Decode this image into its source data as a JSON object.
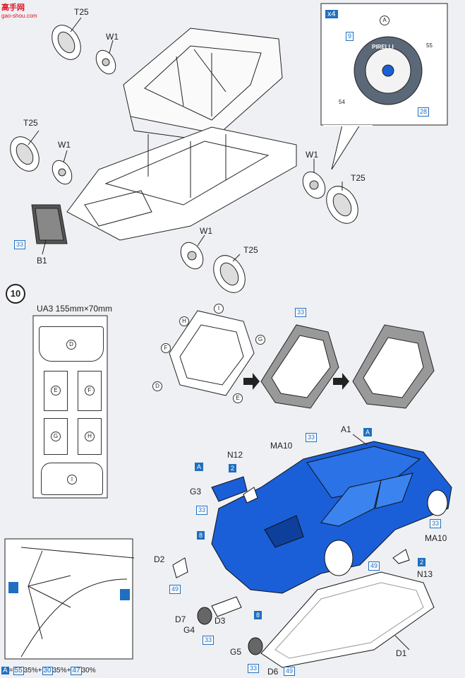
{
  "watermark": {
    "line1": "高手网",
    "line2": "gao-shou.com"
  },
  "step": {
    "number": "10"
  },
  "wheel_callout": {
    "qty": "x4",
    "brand": "PIRELLI",
    "refs": [
      "A",
      "9",
      "55",
      "54",
      "28"
    ]
  },
  "labels": {
    "t25_1": "T25",
    "w1_1": "W1",
    "t25_2": "T25",
    "w1_2": "W1",
    "w1_3": "W1",
    "t25_3": "T25",
    "w1_4": "W1",
    "t25_4": "T25",
    "b1": "B1",
    "ref33_b1": "33",
    "a1": "A1",
    "ref_a_top": "A",
    "ref33_top": "33",
    "n12": "N12",
    "ma10_left": "MA10",
    "g3": "G3",
    "ref_a_g3": "A",
    "ref2_g3": "2",
    "ref33_g3": "33",
    "ref8_left": "8",
    "d2": "D2",
    "ref49_left": "49",
    "d7": "D7",
    "g4": "G4",
    "d3": "D3",
    "ref33_g4": "33",
    "ref8_bottom": "8",
    "ref49_body": "49",
    "ref33_right": "33",
    "ma10_right": "MA10",
    "ref2_n13": "2",
    "n13": "N13",
    "g5": "G5",
    "ref33_g5": "33",
    "d6": "D6",
    "ref49_d6": "49",
    "d1": "D1",
    "ref33_window": "33"
  },
  "glass_sheet": {
    "title": "UA3  155mm×70mm",
    "pieces": [
      "D",
      "E",
      "F",
      "G",
      "H",
      "I"
    ]
  },
  "glass_steps": {
    "parts": [
      "H",
      "I",
      "G",
      "F",
      "D",
      "E"
    ]
  },
  "legend": {
    "prefix": "A",
    "eq": "=",
    "c1": "55",
    "p1": "35%",
    "plus1": "+",
    "c2": "30",
    "p2": "35%",
    "plus2": "+",
    "c3": "47",
    "p3": "30%"
  },
  "colors": {
    "accent": "#1f6fc0",
    "body_blue": "#1a5fd8",
    "paper": "#eef0f3"
  }
}
